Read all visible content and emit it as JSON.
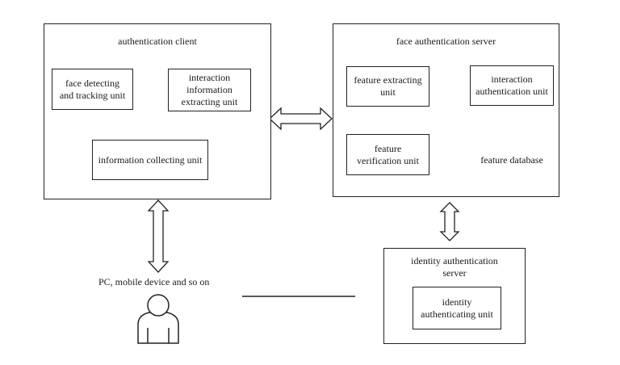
{
  "authentication_client": {
    "title": "authentication client",
    "units": {
      "face_detecting": "face detecting and tracking unit",
      "interaction_info": "interaction information extracting unit",
      "info_collecting": "information collecting unit"
    }
  },
  "face_authentication_server": {
    "title": "face authentication server",
    "units": {
      "feature_extracting": "feature extracting unit",
      "interaction_auth": "interaction authentication unit",
      "feature_verification": "feature verification unit",
      "feature_database": "feature database"
    }
  },
  "identity_authentication_server": {
    "title": "identity authentication server",
    "units": {
      "identity_authenticating": "identity authenticating unit"
    }
  },
  "device_label": "PC, mobile device and so on"
}
